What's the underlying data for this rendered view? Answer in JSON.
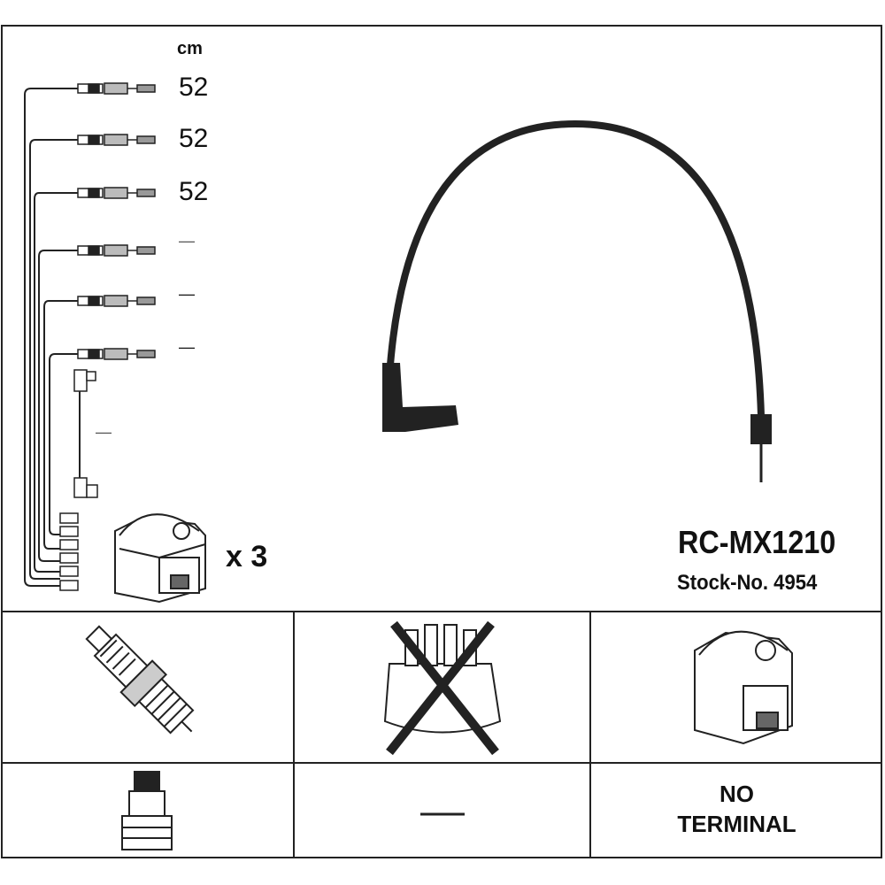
{
  "unit_label": "cm",
  "cables": [
    {
      "length": "52"
    },
    {
      "length": "52"
    },
    {
      "length": "52"
    },
    {
      "length": "—"
    },
    {
      "length": "—"
    },
    {
      "length": "—"
    },
    {
      "length": "—"
    }
  ],
  "coil_quantity": "x 3",
  "product": {
    "part_number": "RC-MX1210",
    "stock_number": "Stock-No. 4954"
  },
  "terminals": {
    "spark_plug_side": "spark-plug",
    "distributor": "distributor-cap-not-applicable",
    "coil": "ignition-coil",
    "spark_plug_terminal": "terminal-nut",
    "distributor_terminal": "—",
    "coil_terminal": "NO TERMINAL"
  }
}
